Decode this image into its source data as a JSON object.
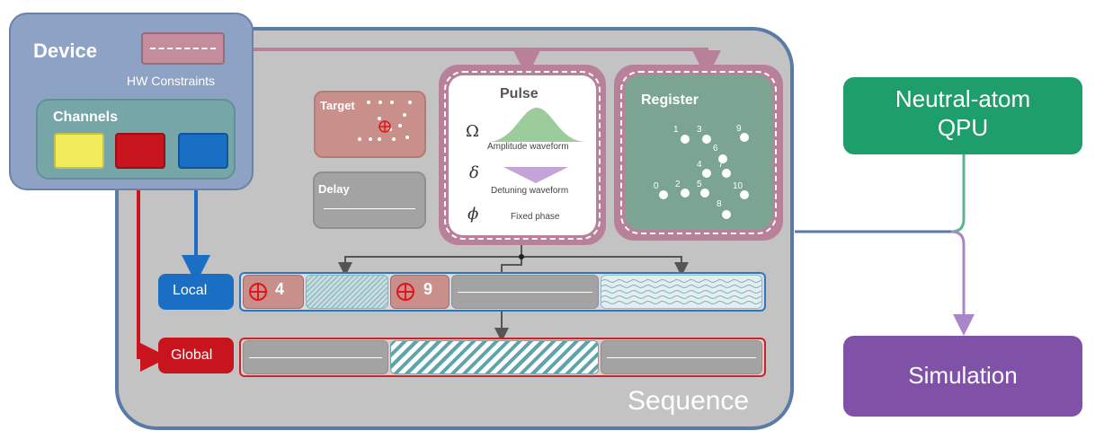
{
  "device": {
    "title": "Device",
    "hw_label": "HW Constraints",
    "channels_label": "Channels"
  },
  "channel_colors": [
    "#f2ec5c",
    "#c8141c",
    "#1a6fc4"
  ],
  "target": {
    "label": "Target"
  },
  "delay": {
    "label": "Delay"
  },
  "pulse": {
    "title": "Pulse",
    "omega_symbol": "Ω",
    "amplitude_label": "Amplitude waveform",
    "delta_symbol": "δ",
    "detuning_label": "Detuning waveform",
    "phi_symbol": "ϕ",
    "phase_label": "Fixed phase"
  },
  "register": {
    "title": "Register",
    "atoms": [
      "0",
      "1",
      "2",
      "3",
      "4",
      "5",
      "6",
      "7",
      "8",
      "9",
      "10"
    ]
  },
  "sequence": {
    "title": "Sequence",
    "local_label": "Local",
    "global_label": "Global",
    "local_target_1": "4",
    "local_target_2": "9"
  },
  "qpu": {
    "line1": "Neutral-atom",
    "line2": "QPU"
  },
  "simulation": {
    "label": "Simulation"
  }
}
